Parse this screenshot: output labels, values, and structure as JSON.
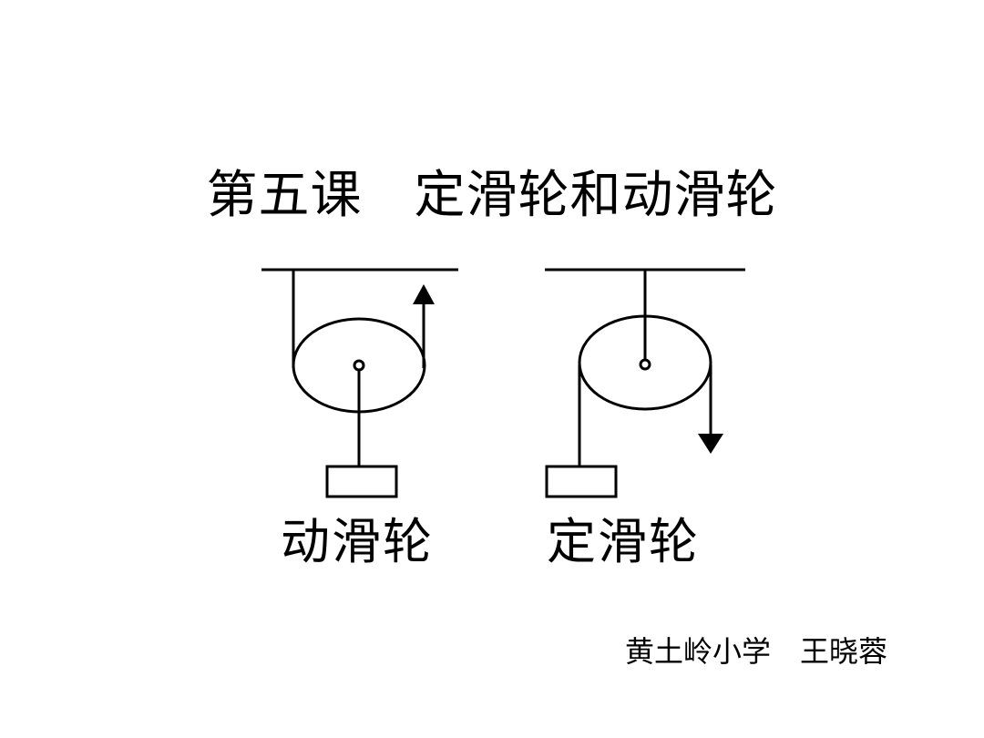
{
  "slide": {
    "title": "第五课　定滑轮和动滑轮",
    "footer": "黄土岭小学　王晓蓉"
  },
  "diagrams": {
    "movable_pulley_label": "动滑轮",
    "fixed_pulley_label": "定滑轮"
  },
  "colors": {
    "background": "#ffffff",
    "ink": "#000000"
  }
}
